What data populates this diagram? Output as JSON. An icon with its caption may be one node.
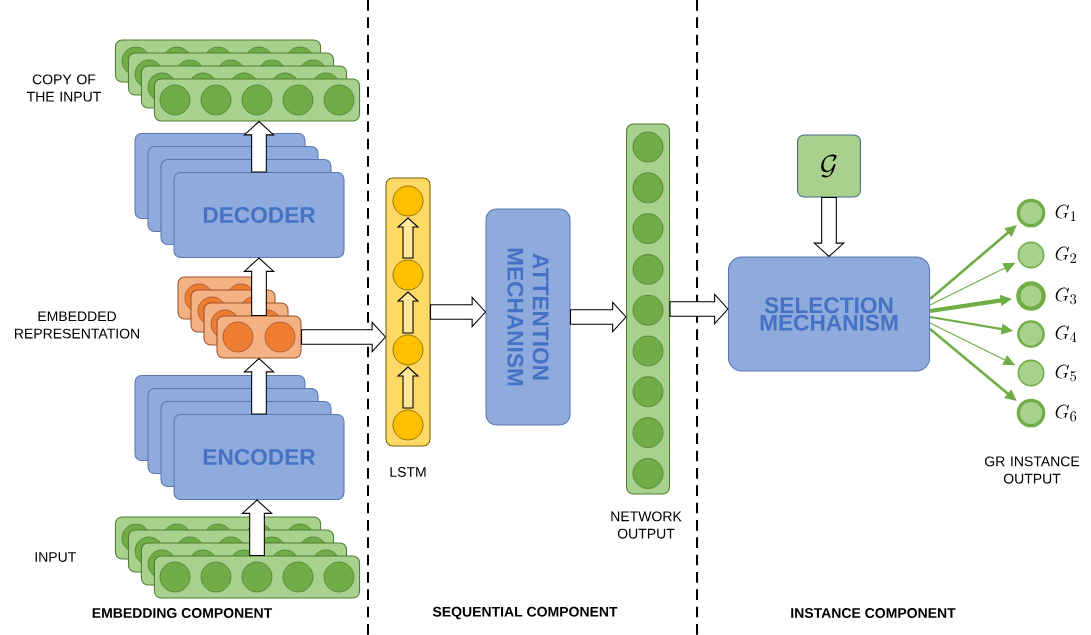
{
  "diagram": {
    "nodes": [
      {
        "text": [],
        "shape": "box",
        "beside": [
          "COPY OF THE INPUT"
        ]
      },
      {
        "text": [
          "DECODER"
        ]
      },
      {
        "text": [],
        "shape": "box",
        "beside": [
          "EMBEDDED REPRESENTATION"
        ]
      },
      {
        "text": [
          "ENCODER"
        ]
      },
      {
        "text": [],
        "shape": "box",
        "beside": [
          "INPUT"
        ]
      },
      {
        "text": [],
        "shape": "box",
        "beside": [
          "LSTM"
        ]
      },
      {
        "text": [
          "ATTENTION MECHANISM"
        ]
      },
      {
        "text": [],
        "shape": "box",
        "beside": [
          "NETWORK OUTPUT"
        ]
      },
      {
        "text": [
          "\\mathcal{G}"
        ]
      },
      {
        "text": [
          "SELECTION MECHANISM"
        ]
      },
      {
        "text": [],
        "shape": "circle",
        "beside": [
          "G_1"
        ]
      },
      {
        "text": [],
        "shape": "circle",
        "beside": [
          "G_2"
        ]
      },
      {
        "text": [],
        "shape": "circle",
        "beside": [
          "G_3"
        ]
      },
      {
        "text": [],
        "shape": "circle",
        "beside": [
          "G_4"
        ]
      },
      {
        "text": [],
        "shape": "circle",
        "beside": [
          "G_5"
        ]
      },
      {
        "text": [],
        "shape": "circle",
        "beside": [
          "G_6",
          "GR INSTANCE OUTPUT"
        ]
      }
    ],
    "edges": [
      {
        "from": 4,
        "to": 3,
        "arrow": "to"
      },
      {
        "from": 3,
        "to": 2,
        "arrow": "to"
      },
      {
        "from": 2,
        "to": 1,
        "arrow": "to"
      },
      {
        "from": 1,
        "to": 0,
        "arrow": "to"
      },
      {
        "from": 2,
        "to": 5,
        "arrow": "to"
      },
      {
        "from": 5,
        "to": 6,
        "arrow": "to"
      },
      {
        "from": 6,
        "to": 7,
        "arrow": "to"
      },
      {
        "from": 7,
        "to": 9,
        "arrow": "to"
      },
      {
        "from": 8,
        "to": 9,
        "arrow": "to"
      },
      {
        "from": 9,
        "to": 10,
        "arrow": "to",
        "color": "#70ad47"
      },
      {
        "from": 9,
        "to": 11,
        "arrow": "to",
        "color": "#70ad47"
      },
      {
        "from": 9,
        "to": 12,
        "arrow": "to",
        "style": "thick",
        "color": "#70ad47"
      },
      {
        "from": 9,
        "to": 13,
        "arrow": "to",
        "color": "#70ad47"
      },
      {
        "from": 9,
        "to": 14,
        "arrow": "to",
        "color": "#70ad47"
      },
      {
        "from": 9,
        "to": 15,
        "arrow": "to",
        "color": "#70ad47"
      }
    ],
    "labels": [
      "EMBEDDING COMPONENT",
      "SEQUENTIAL COMPONENT",
      "INSTANCE COMPONENT"
    ]
  }
}
